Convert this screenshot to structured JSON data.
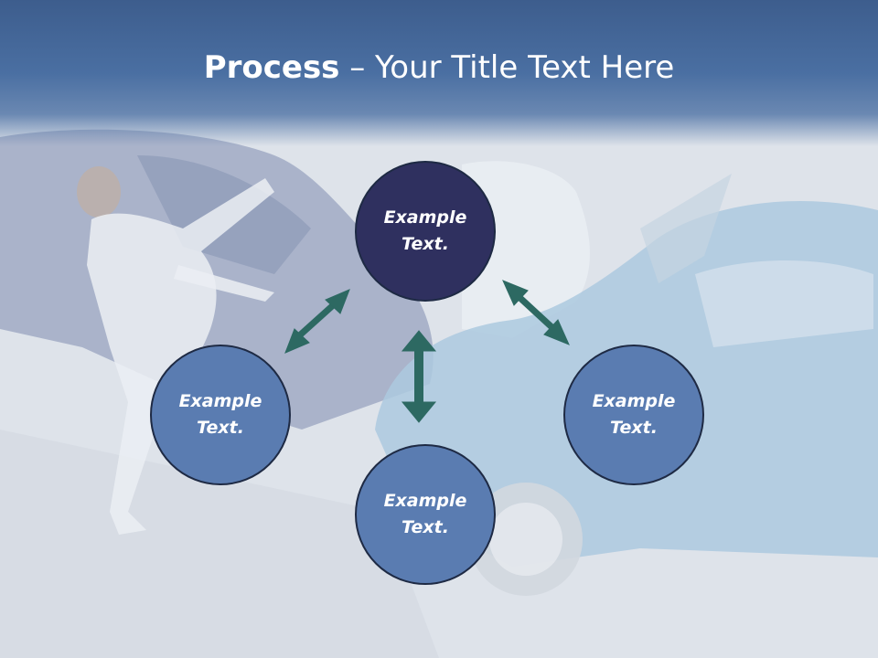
{
  "title": {
    "bold": "Process",
    "rest": " – Your Title Text Here"
  },
  "nodes": {
    "top": {
      "line1": "Example",
      "line2": "Text."
    },
    "left": {
      "line1": "Example",
      "line2": "Text."
    },
    "right": {
      "line1": "Example",
      "line2": "Text."
    },
    "bottom": {
      "line1": "Example",
      "line2": "Text."
    }
  },
  "colors": {
    "title_band": "#4a6fa2",
    "node_highlight": "#2f305f",
    "node_default": "#5a7cb1",
    "arrow": "#2d6962"
  },
  "background_image": "car-accident-photo"
}
